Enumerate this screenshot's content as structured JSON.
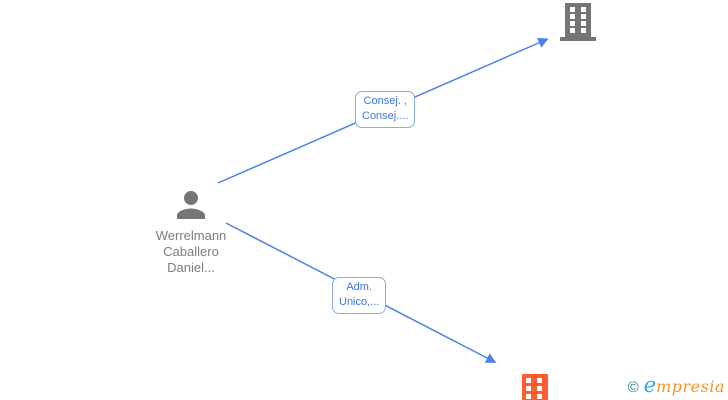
{
  "diagram": {
    "person_node": {
      "name_line1": "Werrelmann",
      "name_line2": "Caballero",
      "name_line3": "Daniel..."
    },
    "edges": {
      "top": {
        "label_line1": "Consej. ,",
        "label_line2": "Consej...."
      },
      "bottom": {
        "label_line1": "Adm.",
        "label_line2": "Unico,..."
      }
    }
  },
  "watermark": {
    "copyright": "©",
    "brand_initial": "e",
    "brand_rest": "mpresia"
  },
  "colors": {
    "edge_blue": "#4a82e8",
    "label_text": "#3e73e8",
    "label_border": "#85aaf0",
    "icon_gray": "#757575",
    "name_gray": "#7d7d7d",
    "company_orange": "#ff5c30",
    "wm_teal": "#217f8f",
    "wm_cyan": "#29abe2",
    "wm_orange": "#f7941d",
    "bg": "#ffffff"
  }
}
